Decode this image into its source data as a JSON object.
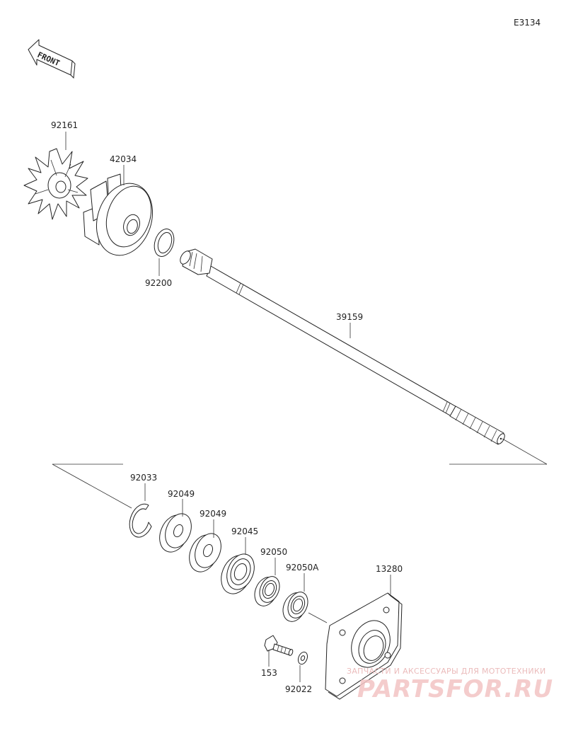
{
  "diagram_code": "E3134",
  "front_label": "FRONT",
  "parts": [
    {
      "id": "92161"
    },
    {
      "id": "42034"
    },
    {
      "id": "92200"
    },
    {
      "id": "39159"
    },
    {
      "id": "92033"
    },
    {
      "id": "92049"
    },
    {
      "id": "92049"
    },
    {
      "id": "92045"
    },
    {
      "id": "92050"
    },
    {
      "id": "92050A"
    },
    {
      "id": "13280"
    },
    {
      "id": "153"
    },
    {
      "id": "92022"
    }
  ],
  "watermark": {
    "line1": "ЗАПЧАСТИ И АКСЕССУАРЫ ДЛЯ МОТОТЕХНИКИ",
    "line2": "PARTSFOR.RU",
    "color": "#f3c4c4"
  }
}
